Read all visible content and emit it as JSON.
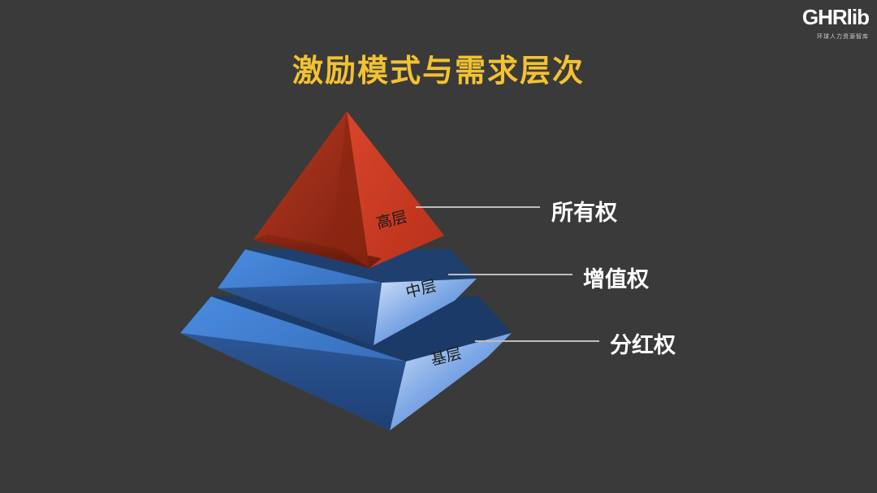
{
  "slide": {
    "title": "激励模式与需求层次",
    "logo": {
      "main": "GHRlib",
      "sub": "环球人力资源智库"
    }
  },
  "pyramid": {
    "tiers": [
      {
        "key": "top",
        "tier_label": "高层",
        "right_label": "所有权",
        "color": "#b8301c"
      },
      {
        "key": "middle",
        "tier_label": "中层",
        "right_label": "增值权",
        "color": "#3d7ad1"
      },
      {
        "key": "base",
        "tier_label": "基层",
        "right_label": "分红权",
        "color": "#3d7ad1"
      }
    ],
    "connector_color": "#bdbdbd"
  }
}
